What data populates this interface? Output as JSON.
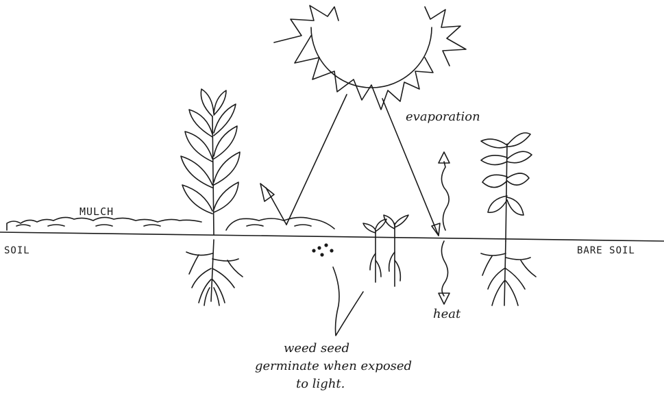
{
  "labels": {
    "mulch": "MULCH",
    "soil": "SOIL",
    "bare_soil": "BARE SOIL",
    "evaporation": "evaporation",
    "heat": "heat",
    "weed_seed_line1": "weed seed",
    "weed_seed_line2": "germinate when exposed",
    "weed_seed_line3": "to light."
  },
  "colors": {
    "ink": "#1a1a1a",
    "background": "#ffffff"
  }
}
